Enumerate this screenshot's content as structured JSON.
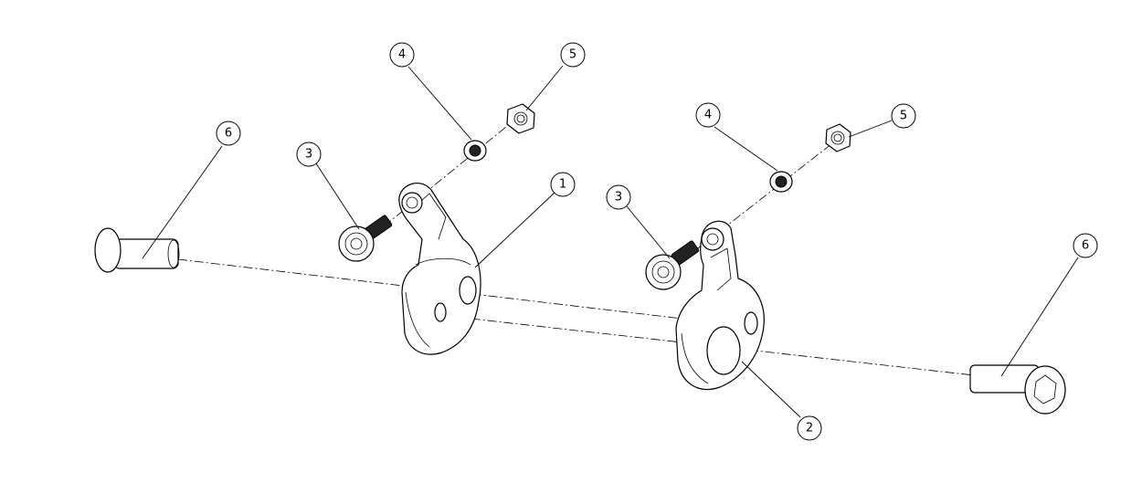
{
  "diagram": {
    "callouts": [
      {
        "id": "c1",
        "label": "1"
      },
      {
        "id": "c2",
        "label": "2"
      },
      {
        "id": "c3a",
        "label": "3"
      },
      {
        "id": "c3b",
        "label": "3"
      },
      {
        "id": "c4a",
        "label": "4"
      },
      {
        "id": "c4b",
        "label": "4"
      },
      {
        "id": "c5a",
        "label": "5"
      },
      {
        "id": "c5b",
        "label": "5"
      },
      {
        "id": "c6a",
        "label": "6"
      },
      {
        "id": "c6b",
        "label": "6"
      }
    ]
  },
  "colors": {
    "line": "#000000",
    "background": "#ffffff"
  }
}
